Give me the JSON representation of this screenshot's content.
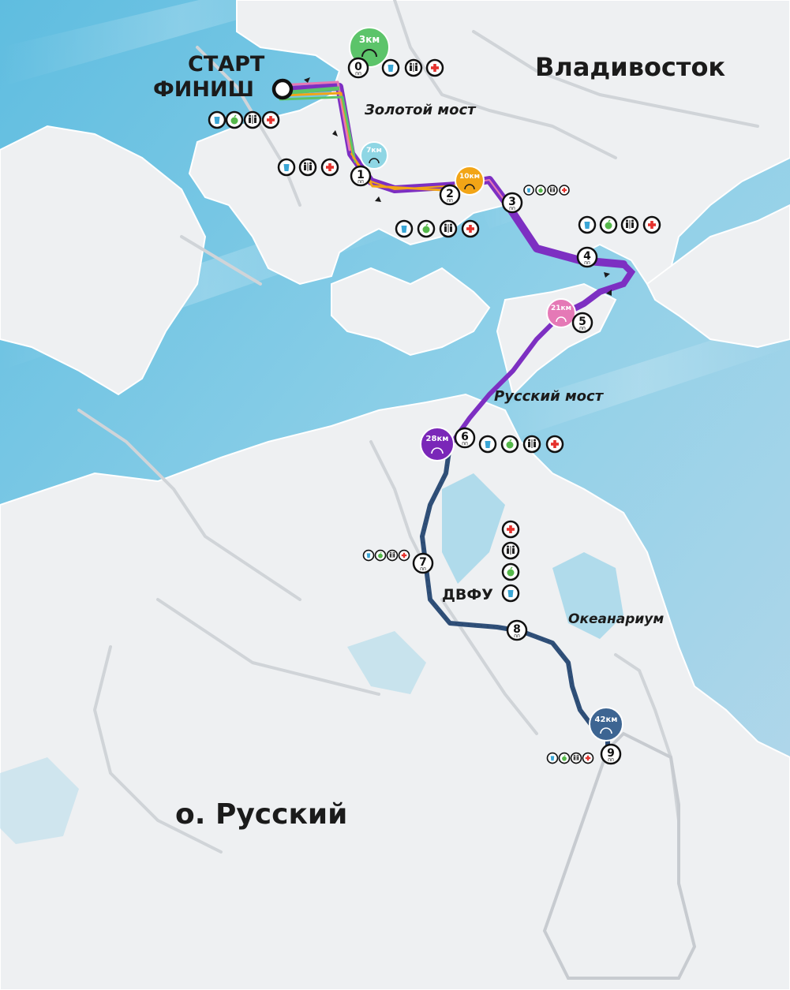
{
  "map": {
    "city_label": "Владивосток",
    "start_label": "СТАРТ",
    "finish_label": "ФИНИШ",
    "place_labels": [
      {
        "id": "zolotoy",
        "text": "Золотой мост"
      },
      {
        "id": "russkiy-most",
        "text": "Русский мост"
      },
      {
        "id": "dvfu",
        "text": "ДВФУ"
      },
      {
        "id": "okeanarium",
        "text": "Океанариум"
      },
      {
        "id": "island",
        "text": "о. Русский"
      }
    ],
    "checkpoint_suffix": "пп",
    "checkpoints": [
      "0",
      "1",
      "2",
      "3",
      "4",
      "5",
      "6",
      "7",
      "8",
      "9"
    ],
    "turnarounds": [
      {
        "label": "3км",
        "color": "#5cc46a"
      },
      {
        "label": "7км",
        "color": "#8fd6e4"
      },
      {
        "label": "10км",
        "color": "#f2a516"
      },
      {
        "label": "21км",
        "color": "#e579b6"
      },
      {
        "label": "28км",
        "color": "#7a27b8"
      },
      {
        "label": "42км",
        "color": "#3d6592"
      }
    ],
    "colors": {
      "sea": "#8ccfe6",
      "land": "#eef0f2",
      "route_main": "#7d2fc2",
      "route_marathon": "#2f4f78",
      "water_icon": "#3aa6d6",
      "food_icon": "#55b84a",
      "toilet_icon": "#222222",
      "medical_icon": "#e5322d"
    },
    "service_icons": [
      "water-icon",
      "food-icon",
      "toilet-icon",
      "medical-icon"
    ]
  }
}
